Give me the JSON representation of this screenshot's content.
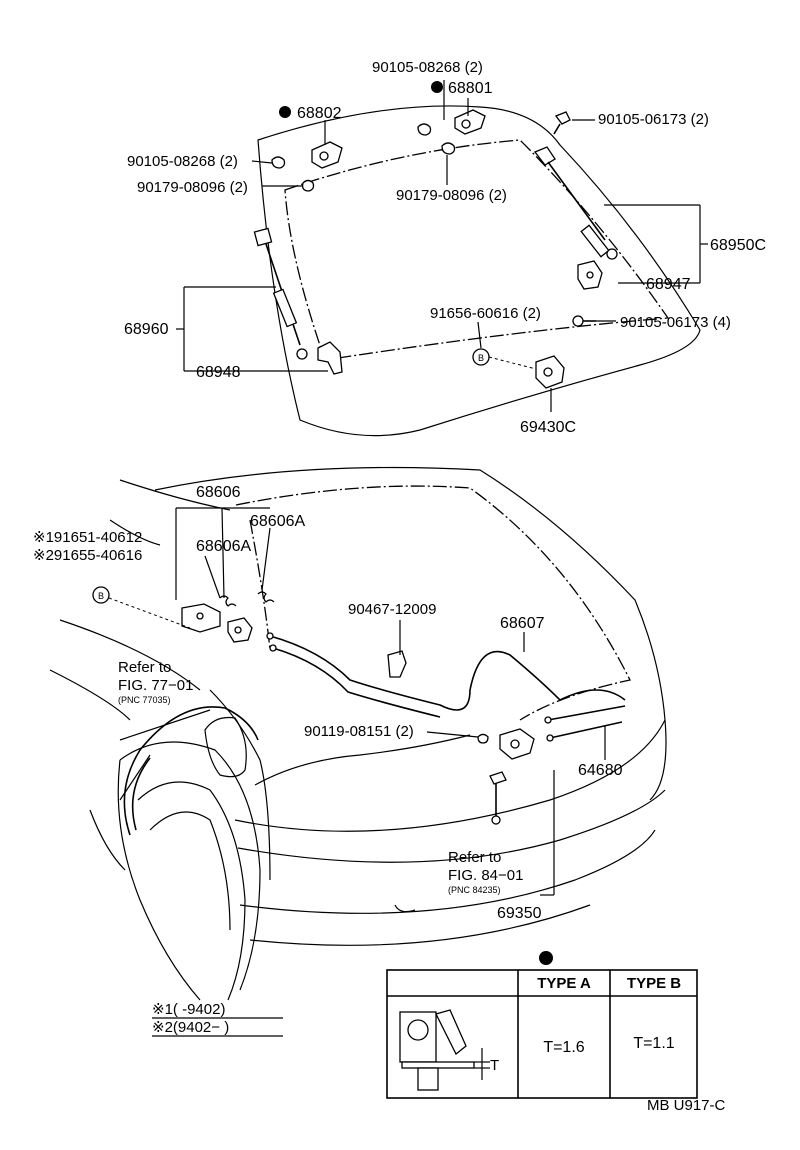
{
  "parts": {
    "p_90105_08268_top": "90105-08268 (2)",
    "p_68801": "68801",
    "p_68802": "68802",
    "p_90105_06173_top": "90105-06173 (2)",
    "p_90105_08268_left": "90105-08268 (2)",
    "p_90179_08096_left": "90179-08096 (2)",
    "p_90179_08096_center": "90179-08096 (2)",
    "p_68950C": "68950C",
    "p_68947": "68947",
    "p_68960": "68960",
    "p_91656_60616": "91656-60616 (2)",
    "p_90105_06173_mid": "90105-06173 (4)",
    "p_68948": "68948",
    "p_69430C": "69430C",
    "p_68606": "68606",
    "p_68606A_a": "68606A",
    "p_68606A_b": "68606A",
    "p_note1": "※191651-40612",
    "p_note2": "※291655-40616",
    "p_90467_12009": "90467-12009",
    "p_68607": "68607",
    "p_90119_08151": "90119-08151 (2)",
    "p_64680": "64680",
    "p_69350": "69350"
  },
  "refs": {
    "ref1_line1": "Refer to",
    "ref1_line2": "FIG. 77−01",
    "ref1_line3": "(PNC 77035)",
    "ref2_line1": "Refer to",
    "ref2_line2": "FIG. 84−01",
    "ref2_line3": "(PNC 84235)"
  },
  "markers": {
    "b_top": "B",
    "b_left": "B"
  },
  "legend": {
    "line1": "※1(      -9402)",
    "line2": "※2(9402−       )"
  },
  "table": {
    "header_a": "TYPE A",
    "header_b": "TYPE B",
    "value_a": "T=1.6",
    "value_b": "T=1.1",
    "dim_label": "T"
  },
  "footer": {
    "code": "MB U917-C"
  }
}
